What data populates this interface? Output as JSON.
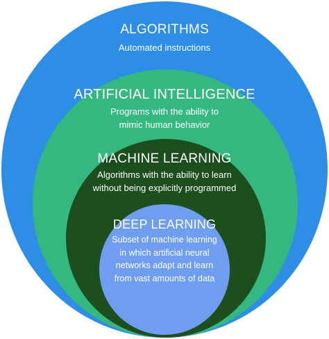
{
  "layers": [
    {
      "id": "algorithms",
      "title": "ALGORITHMS",
      "description": [
        "Automated instructions"
      ],
      "color": "#2e8ee6"
    },
    {
      "id": "artificial-intelligence",
      "title": "ARTIFICIAL INTELLIGENCE",
      "description": [
        "Programs with the ability to",
        "mimic human behavior"
      ],
      "color": "#35b87f"
    },
    {
      "id": "machine-learning",
      "title": "MACHINE LEARNING",
      "description": [
        "Algorithms with the ability to learn",
        "without being explicitly programmed"
      ],
      "color": "#1c4f1d"
    },
    {
      "id": "deep-learning",
      "title": "DEEP LEARNING",
      "description": [
        "Subset of machine learning",
        "in which artificial neural",
        "networks adapt and learn",
        "from vast amounts of data"
      ],
      "color": "#6f9ef0"
    }
  ]
}
